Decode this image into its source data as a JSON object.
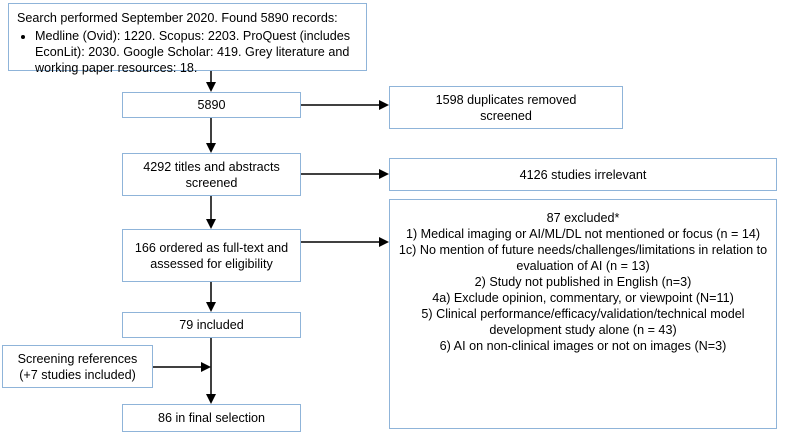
{
  "search": {
    "intro": "Search performed September 2020. Found 5890 records:",
    "bullet": "Medline (Ovid): 1220. Scopus: 2203. ProQuest (includes EconLit): 2030. Google Scholar: 419. Grey literature and working paper resources: 18."
  },
  "records": "5890",
  "duplicates": {
    "line1": "1598 duplicates removed",
    "line2": "screened"
  },
  "screened": {
    "line1": "4292 titles and abstracts",
    "line2": "screened"
  },
  "irrelevant": "4126 studies irrelevant",
  "fulltext": {
    "line1": "166 ordered as full-text and",
    "line2": "assessed for eligibility"
  },
  "excluded": {
    "title": "87 excluded*",
    "reasons": [
      "1) Medical imaging or AI/ML/DL not mentioned or focus (n = 14)",
      "1c) No mention of future needs/challenges/limitations in relation to evaluation of AI (n = 13)",
      "2) Study not published in English (n=3)",
      "4a) Exclude opinion, commentary, or viewpoint (N=11)",
      "5) Clinical performance/efficacy/validation/technical model development study alone (n = 43)",
      "6) AI on non-clinical images or not on images (N=3)"
    ]
  },
  "included": "79 included",
  "references": {
    "line1": "Screening references",
    "line2": "(+7 studies included)"
  },
  "final": "86 in final selection",
  "colors": {
    "box_border": "#8fb4d9",
    "arrow": "#000000"
  }
}
